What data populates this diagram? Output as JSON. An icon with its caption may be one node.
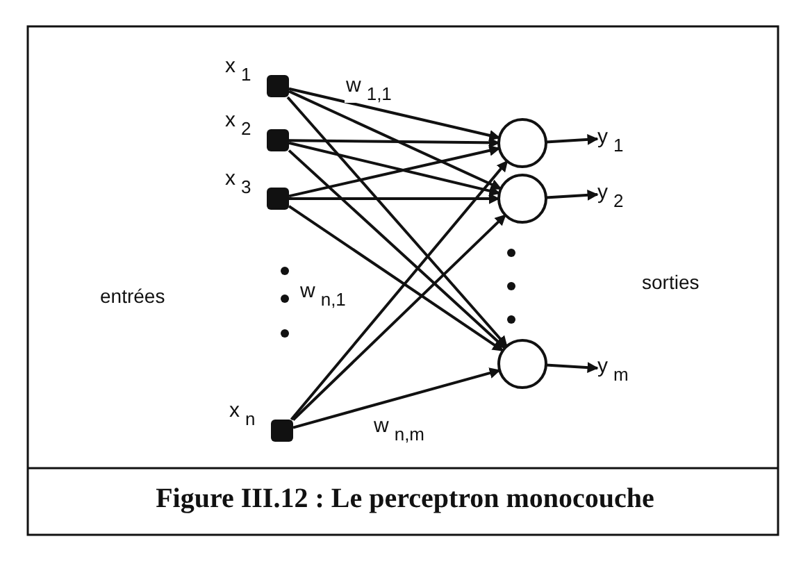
{
  "diagram": {
    "caption": "Figure III.12 : Le perceptron monocouche",
    "nodes": [
      {
        "text": [],
        "shape": "box",
        "beside": [
          "x$_{1}$"
        ]
      },
      {
        "text": [],
        "shape": "box",
        "beside": [
          "x$_{2}$"
        ]
      },
      {
        "text": [],
        "shape": "box",
        "beside": [
          "x$_{3}$"
        ]
      },
      {
        "text": [],
        "shape": "box",
        "beside": [
          "x$_{n}$"
        ]
      },
      {
        "text": [],
        "shape": "circle"
      },
      {
        "text": [],
        "shape": "circle"
      },
      {
        "text": [],
        "shape": "circle"
      },
      {
        "text": [
          "y$_{1}$"
        ]
      },
      {
        "text": [
          "y$_{2}$"
        ]
      },
      {
        "text": [
          "y$_{m}$"
        ]
      }
    ],
    "edges": [
      {
        "from": 0,
        "to": 4,
        "arrow": "to",
        "label": "w$_{1,1}$"
      },
      {
        "from": 0,
        "to": 5,
        "arrow": "to"
      },
      {
        "from": 0,
        "to": 6,
        "arrow": "to"
      },
      {
        "from": 1,
        "to": 4,
        "arrow": "to"
      },
      {
        "from": 1,
        "to": 5,
        "arrow": "to"
      },
      {
        "from": 1,
        "to": 6,
        "arrow": "to"
      },
      {
        "from": 2,
        "to": 4,
        "arrow": "to"
      },
      {
        "from": 2,
        "to": 5,
        "arrow": "to"
      },
      {
        "from": 2,
        "to": 6,
        "arrow": "to"
      },
      {
        "from": 3,
        "to": 4,
        "arrow": "to",
        "label": "w$_{n,1}$"
      },
      {
        "from": 3,
        "to": 5,
        "arrow": "to"
      },
      {
        "from": 3,
        "to": 6,
        "arrow": "to",
        "label": "w$_{n,m}$"
      },
      {
        "from": 4,
        "to": 7,
        "arrow": "to"
      },
      {
        "from": 5,
        "to": 8,
        "arrow": "to"
      },
      {
        "from": 6,
        "to": 9,
        "arrow": "to"
      }
    ],
    "labels": [
      "entrées",
      "sorties"
    ]
  }
}
